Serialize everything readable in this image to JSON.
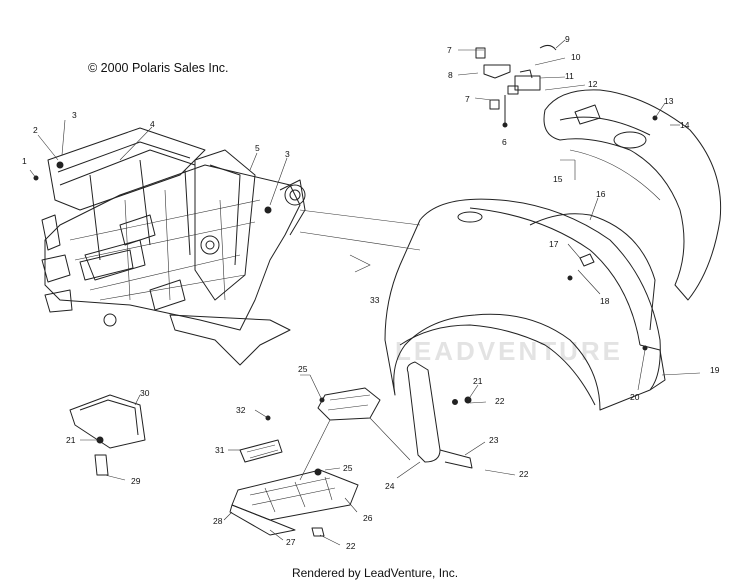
{
  "copyright": "© 2000 Polaris Sales Inc.",
  "footer": "Rendered by LeadVenture, Inc.",
  "watermark": "LEADVENTURE",
  "callouts": [
    "1",
    "2",
    "3",
    "4",
    "5",
    "3",
    "6",
    "7",
    "7",
    "8",
    "9",
    "10",
    "11",
    "12",
    "13",
    "14",
    "15",
    "16",
    "17",
    "18",
    "19",
    "20",
    "21",
    "22",
    "23",
    "22",
    "24",
    "25",
    "33",
    "30",
    "32",
    "31",
    "21",
    "29",
    "25",
    "26",
    "27",
    "28",
    "22"
  ]
}
